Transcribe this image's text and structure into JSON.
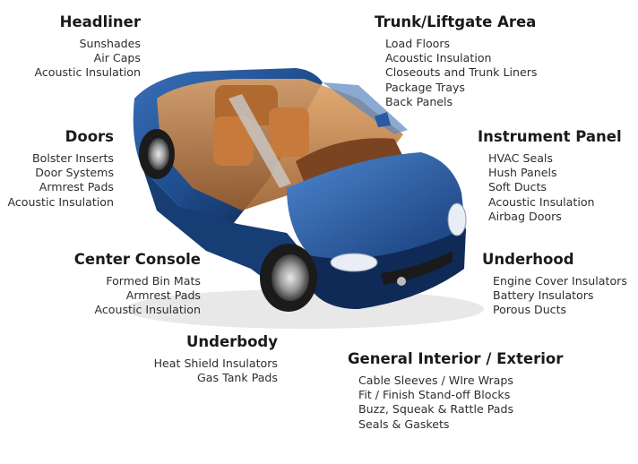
{
  "groups": {
    "headliner": {
      "title": "Headliner",
      "items": [
        "Sunshades",
        "Air Caps",
        "Acoustic Insulation"
      ]
    },
    "trunk": {
      "title": "Trunk/Liftgate Area",
      "items": [
        "Load Floors",
        "Acoustic Insulation",
        "Closeouts and Trunk Liners",
        "Package Trays",
        "Back Panels"
      ]
    },
    "doors": {
      "title": "Doors",
      "items": [
        "Bolster Inserts",
        "Door Systems",
        "Armrest Pads",
        "Acoustic Insulation"
      ]
    },
    "instrument": {
      "title": "Instrument Panel",
      "items": [
        "HVAC Seals",
        "Hush Panels",
        "Soft Ducts",
        "Acoustic Insulation",
        "Airbag Doors"
      ]
    },
    "console": {
      "title": "Center Console",
      "items": [
        "Formed Bin Mats",
        "Armrest Pads",
        "Acoustic Insulation"
      ]
    },
    "underhood": {
      "title": "Underhood",
      "items": [
        "Engine Cover Insulators",
        "Battery Insulators",
        "Porous Ducts"
      ]
    },
    "underbody": {
      "title": "Underbody",
      "items": [
        "Heat Shield Insulators",
        "Gas Tank Pads"
      ]
    },
    "general": {
      "title": "General Interior / Exterior",
      "items": [
        "Cable Sleeves / WIre Wraps",
        "Fit / Finish Stand-off Blocks",
        "Buzz, Squeak & Rattle Pads",
        "Seals & Gaskets"
      ]
    }
  },
  "colors": {
    "body_blue": "#1f4e8f",
    "interior_tan": "#c8874a"
  }
}
